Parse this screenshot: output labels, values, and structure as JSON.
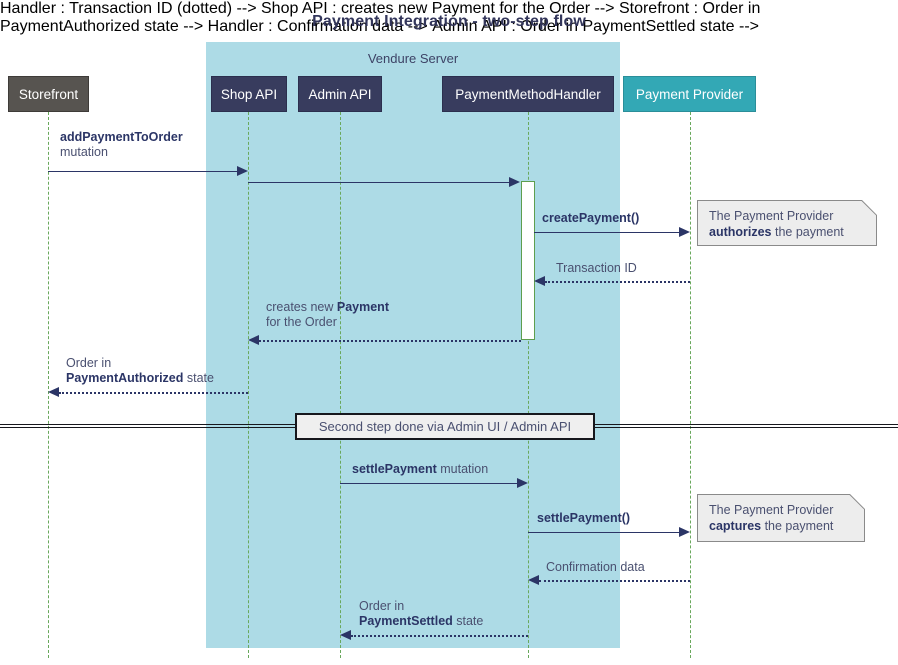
{
  "title": "Payment Integration - two-step flow",
  "group": {
    "label": "Vendure Server"
  },
  "participants": [
    {
      "name": "storefront",
      "label": "Storefront"
    },
    {
      "name": "shop-api",
      "label": "Shop API"
    },
    {
      "name": "admin-api",
      "label": "Admin API"
    },
    {
      "name": "payment-method-handler",
      "label": "PaymentMethodHandler"
    },
    {
      "name": "payment-provider",
      "label": "Payment Provider"
    }
  ],
  "messages": {
    "add_payment_to_order": {
      "bold": "addPaymentToOrder",
      "rest": "mutation"
    },
    "shop_to_handler": {
      "bold": "",
      "rest": ""
    },
    "create_payment": {
      "bold": "createPayment()",
      "rest": ""
    },
    "transaction_id": {
      "bold": "",
      "rest": "Transaction ID"
    },
    "creates_new_payment_line1_pre": "creates new ",
    "creates_new_payment_line1_bold": "Payment",
    "creates_new_payment_line2": "for the Order",
    "order_authorized_line1": "Order in",
    "order_authorized_line2_bold": "PaymentAuthorized",
    "order_authorized_line2_rest": " state",
    "settle_payment_mutation_bold": "settlePayment",
    "settle_payment_mutation_rest": " mutation",
    "settle_payment_call": "settlePayment()",
    "confirmation_data": "Confirmation data",
    "order_settled_line1": "Order in",
    "order_settled_line2_bold": "PaymentSettled",
    "order_settled_line2_rest": " state"
  },
  "notes": [
    {
      "name": "note-authorizes",
      "line1": "The Payment Provider",
      "line2_bold": "authorizes",
      "line2_rest": " the payment"
    },
    {
      "name": "note-captures",
      "line1": "The Payment Provider",
      "line2_bold": "captures",
      "line2_rest": " the payment"
    }
  ],
  "divider": {
    "label": "Second step done via Admin UI / Admin API"
  },
  "colors": {
    "group_fill": "#addbe6",
    "api_box": "#383c5e",
    "storefront_box": "#575450",
    "provider_box": "#33a8b5",
    "lifeline": "#69a85c",
    "arrow": "#2b3566",
    "note_fill": "#ededed",
    "title_text": "#33365b"
  }
}
